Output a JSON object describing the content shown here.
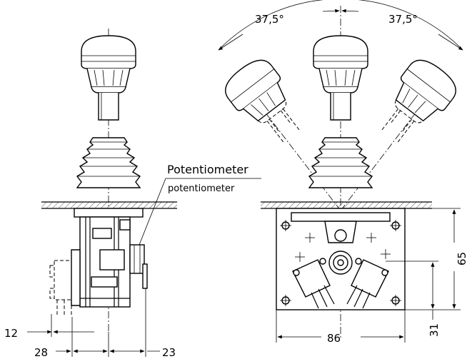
{
  "labels": {
    "potentiometer_main": "Potentiometer",
    "potentiometer_sub": "potentiometer"
  },
  "dimensions": {
    "tilt_left": "37,5°",
    "tilt_right": "37,5°",
    "offset_12": "12",
    "width_28": "28",
    "width_23": "23",
    "width_86": "86",
    "height_65": "65",
    "height_31": "31"
  }
}
